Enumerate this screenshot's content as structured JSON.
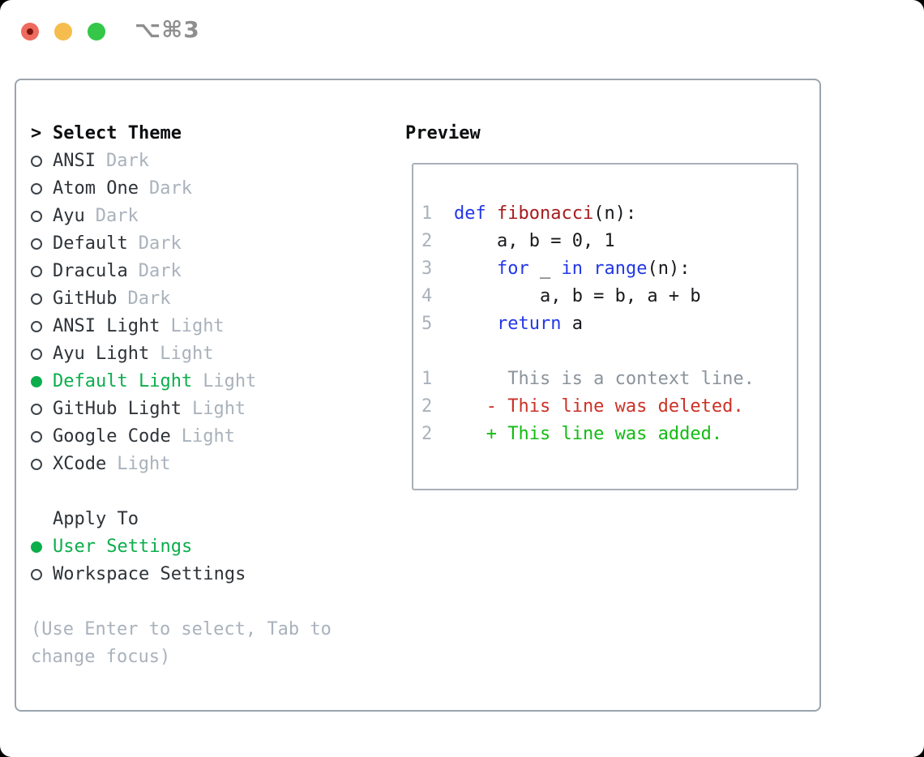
{
  "titlebar": {
    "shortcut": "⌥⌘3",
    "traffic_lights": [
      "close",
      "minimize",
      "zoom"
    ]
  },
  "theme_picker": {
    "header_marker": ">",
    "header": "Select Theme",
    "items": [
      {
        "name": "ANSI",
        "variant": "Dark",
        "selected": false
      },
      {
        "name": "Atom One",
        "variant": "Dark",
        "selected": false
      },
      {
        "name": "Ayu",
        "variant": "Dark",
        "selected": false
      },
      {
        "name": "Default",
        "variant": "Dark",
        "selected": false
      },
      {
        "name": "Dracula",
        "variant": "Dark",
        "selected": false
      },
      {
        "name": "GitHub",
        "variant": "Dark",
        "selected": false
      },
      {
        "name": "ANSI Light",
        "variant": "Light",
        "selected": false
      },
      {
        "name": "Ayu Light",
        "variant": "Light",
        "selected": false
      },
      {
        "name": "Default Light",
        "variant": "Light",
        "selected": true
      },
      {
        "name": "GitHub Light",
        "variant": "Light",
        "selected": false
      },
      {
        "name": "Google Code",
        "variant": "Light",
        "selected": false
      },
      {
        "name": "XCode",
        "variant": "Light",
        "selected": false
      }
    ],
    "apply_to": {
      "header": "Apply To",
      "options": [
        {
          "name": "User Settings",
          "selected": true
        },
        {
          "name": "Workspace Settings",
          "selected": false
        }
      ]
    },
    "hint_line1": "(Use Enter to select, Tab to",
    "hint_line2": "change focus)"
  },
  "preview": {
    "header": "Preview",
    "code": [
      {
        "num": "1",
        "tokens": [
          "def",
          " ",
          "fibonacci",
          "(n):"
        ]
      },
      {
        "num": "2",
        "tokens": [
          "    a, b = 0, 1"
        ]
      },
      {
        "num": "3",
        "tokens": [
          "    ",
          "for",
          " _ ",
          "in",
          " ",
          "range",
          "(n):"
        ]
      },
      {
        "num": "4",
        "tokens": [
          "        a, b = b, a + b"
        ]
      },
      {
        "num": "5",
        "tokens": [
          "    ",
          "return",
          " a"
        ]
      }
    ],
    "diff": [
      {
        "num": "1",
        "text": "     This is a context line.",
        "kind": "context"
      },
      {
        "num": "2",
        "text": "   - This line was deleted.",
        "kind": "deleted"
      },
      {
        "num": "2",
        "text": "   + This line was added.",
        "kind": "added"
      }
    ]
  },
  "colors": {
    "selection_green": "#0cae4c",
    "added_green": "#13bb13",
    "deleted_red": "#cb3227",
    "context_gray": "#8b939b",
    "keyword_blue": "#2338e6",
    "function_red": "#a61c1c",
    "muted_gray": "#a9b2bc",
    "panel_border": "#9aa4ae",
    "traffic_red": "#ee6a5e",
    "traffic_yellow": "#f5bd4d",
    "traffic_green": "#34c748"
  }
}
